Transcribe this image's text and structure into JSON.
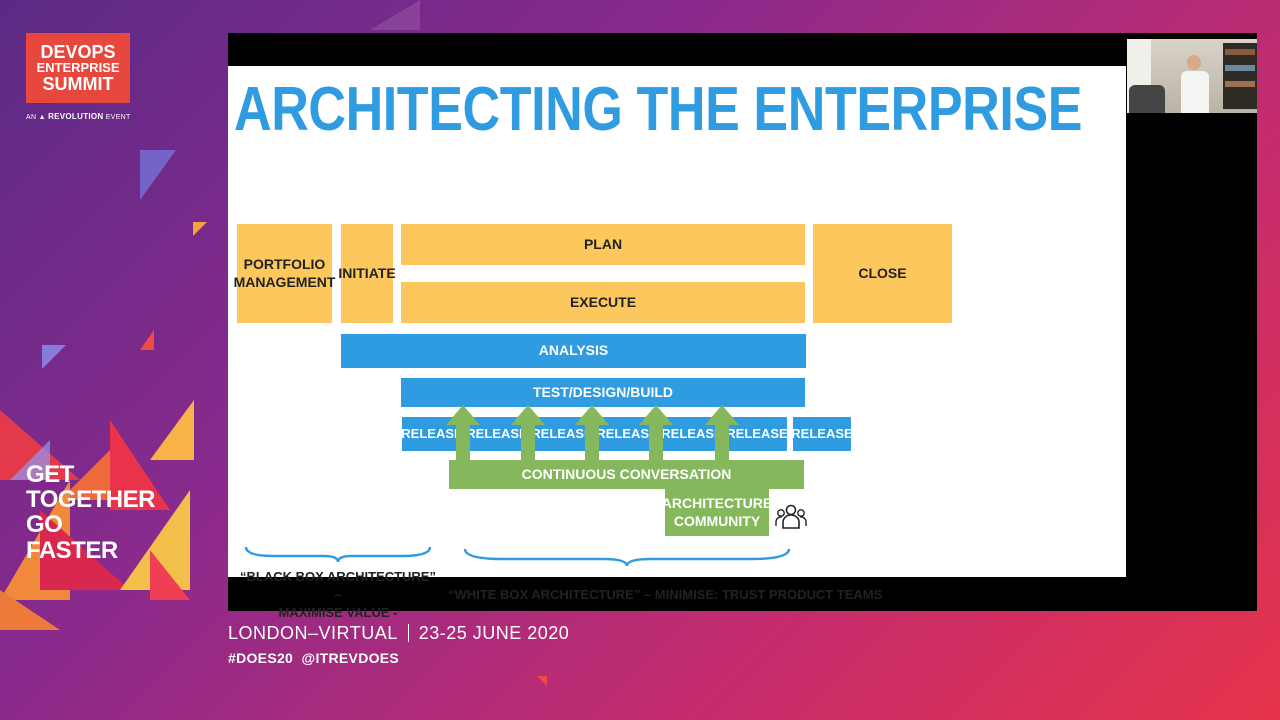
{
  "branding": {
    "logo_line1": "DEVOPS",
    "logo_line2": "ENTERPRISE",
    "logo_line3": "SUMMIT",
    "byline_prefix": "AN",
    "byline_brand": "REVOLUTION",
    "byline_suffix": "EVENT",
    "slogan": [
      "GET",
      "TOGETHER",
      "GO",
      "FASTER"
    ]
  },
  "slide": {
    "title": "ARCHITECTING THE ENTERPRISE",
    "boxes": {
      "portfolio": "PORTFOLIO MANAGEMENT",
      "initiate": "INITIATE",
      "plan": "PLAN",
      "execute": "EXECUTE",
      "close": "CLOSE",
      "analysis": "ANALYSIS",
      "tdb": "TEST/DESIGN/BUILD",
      "release": "RELEASE",
      "continuous": "CONTINUOUS CONVERSATION",
      "community": "ARCHITECTURE COMMUNITY"
    },
    "black_box_note": "“BLACK BOX ARCHITECTURE” –",
    "black_box_note2": "MAXIMISE VALUE -",
    "white_box_note": "“WHITE BOX ARCHITECTURE” – MINIMISE: TRUST PRODUCT TEAMS"
  },
  "footer": {
    "location": "LONDON–VIRTUAL",
    "dates": "23-25 JUNE 2020",
    "tags": "#DOES20  @ITREVDOES"
  },
  "colors": {
    "accent_blue": "#2f9be0",
    "yellow": "#fcc75c",
    "green": "#85b85c",
    "brand_red": "#e8473d"
  }
}
